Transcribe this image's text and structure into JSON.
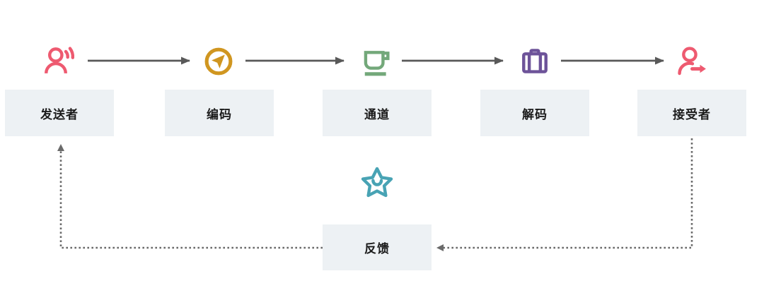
{
  "diagram": {
    "name": "communication-process-flow",
    "stages": [
      {
        "label": "发送者",
        "icon": "user-voice-icon",
        "color": "#EE5A70"
      },
      {
        "label": "编码",
        "icon": "send-pointer-circle-icon",
        "color": "#D09620"
      },
      {
        "label": "通道",
        "icon": "cup-icon",
        "color": "#73A87A"
      },
      {
        "label": "解码",
        "icon": "briefcase-icon",
        "color": "#6D5399"
      },
      {
        "label": "接受者",
        "icon": "user-arrow-right-icon",
        "color": "#EE5A70"
      }
    ],
    "feedback": {
      "label": "反馈",
      "icon": "star-smile-icon",
      "color": "#48A3B4"
    },
    "colors": {
      "background": "#FFFFFF",
      "box_background": "#EDF1F4",
      "label_text": "#1B1B1B",
      "solid_arrow": "#595959",
      "dotted_line": "#6A6A6A"
    }
  }
}
